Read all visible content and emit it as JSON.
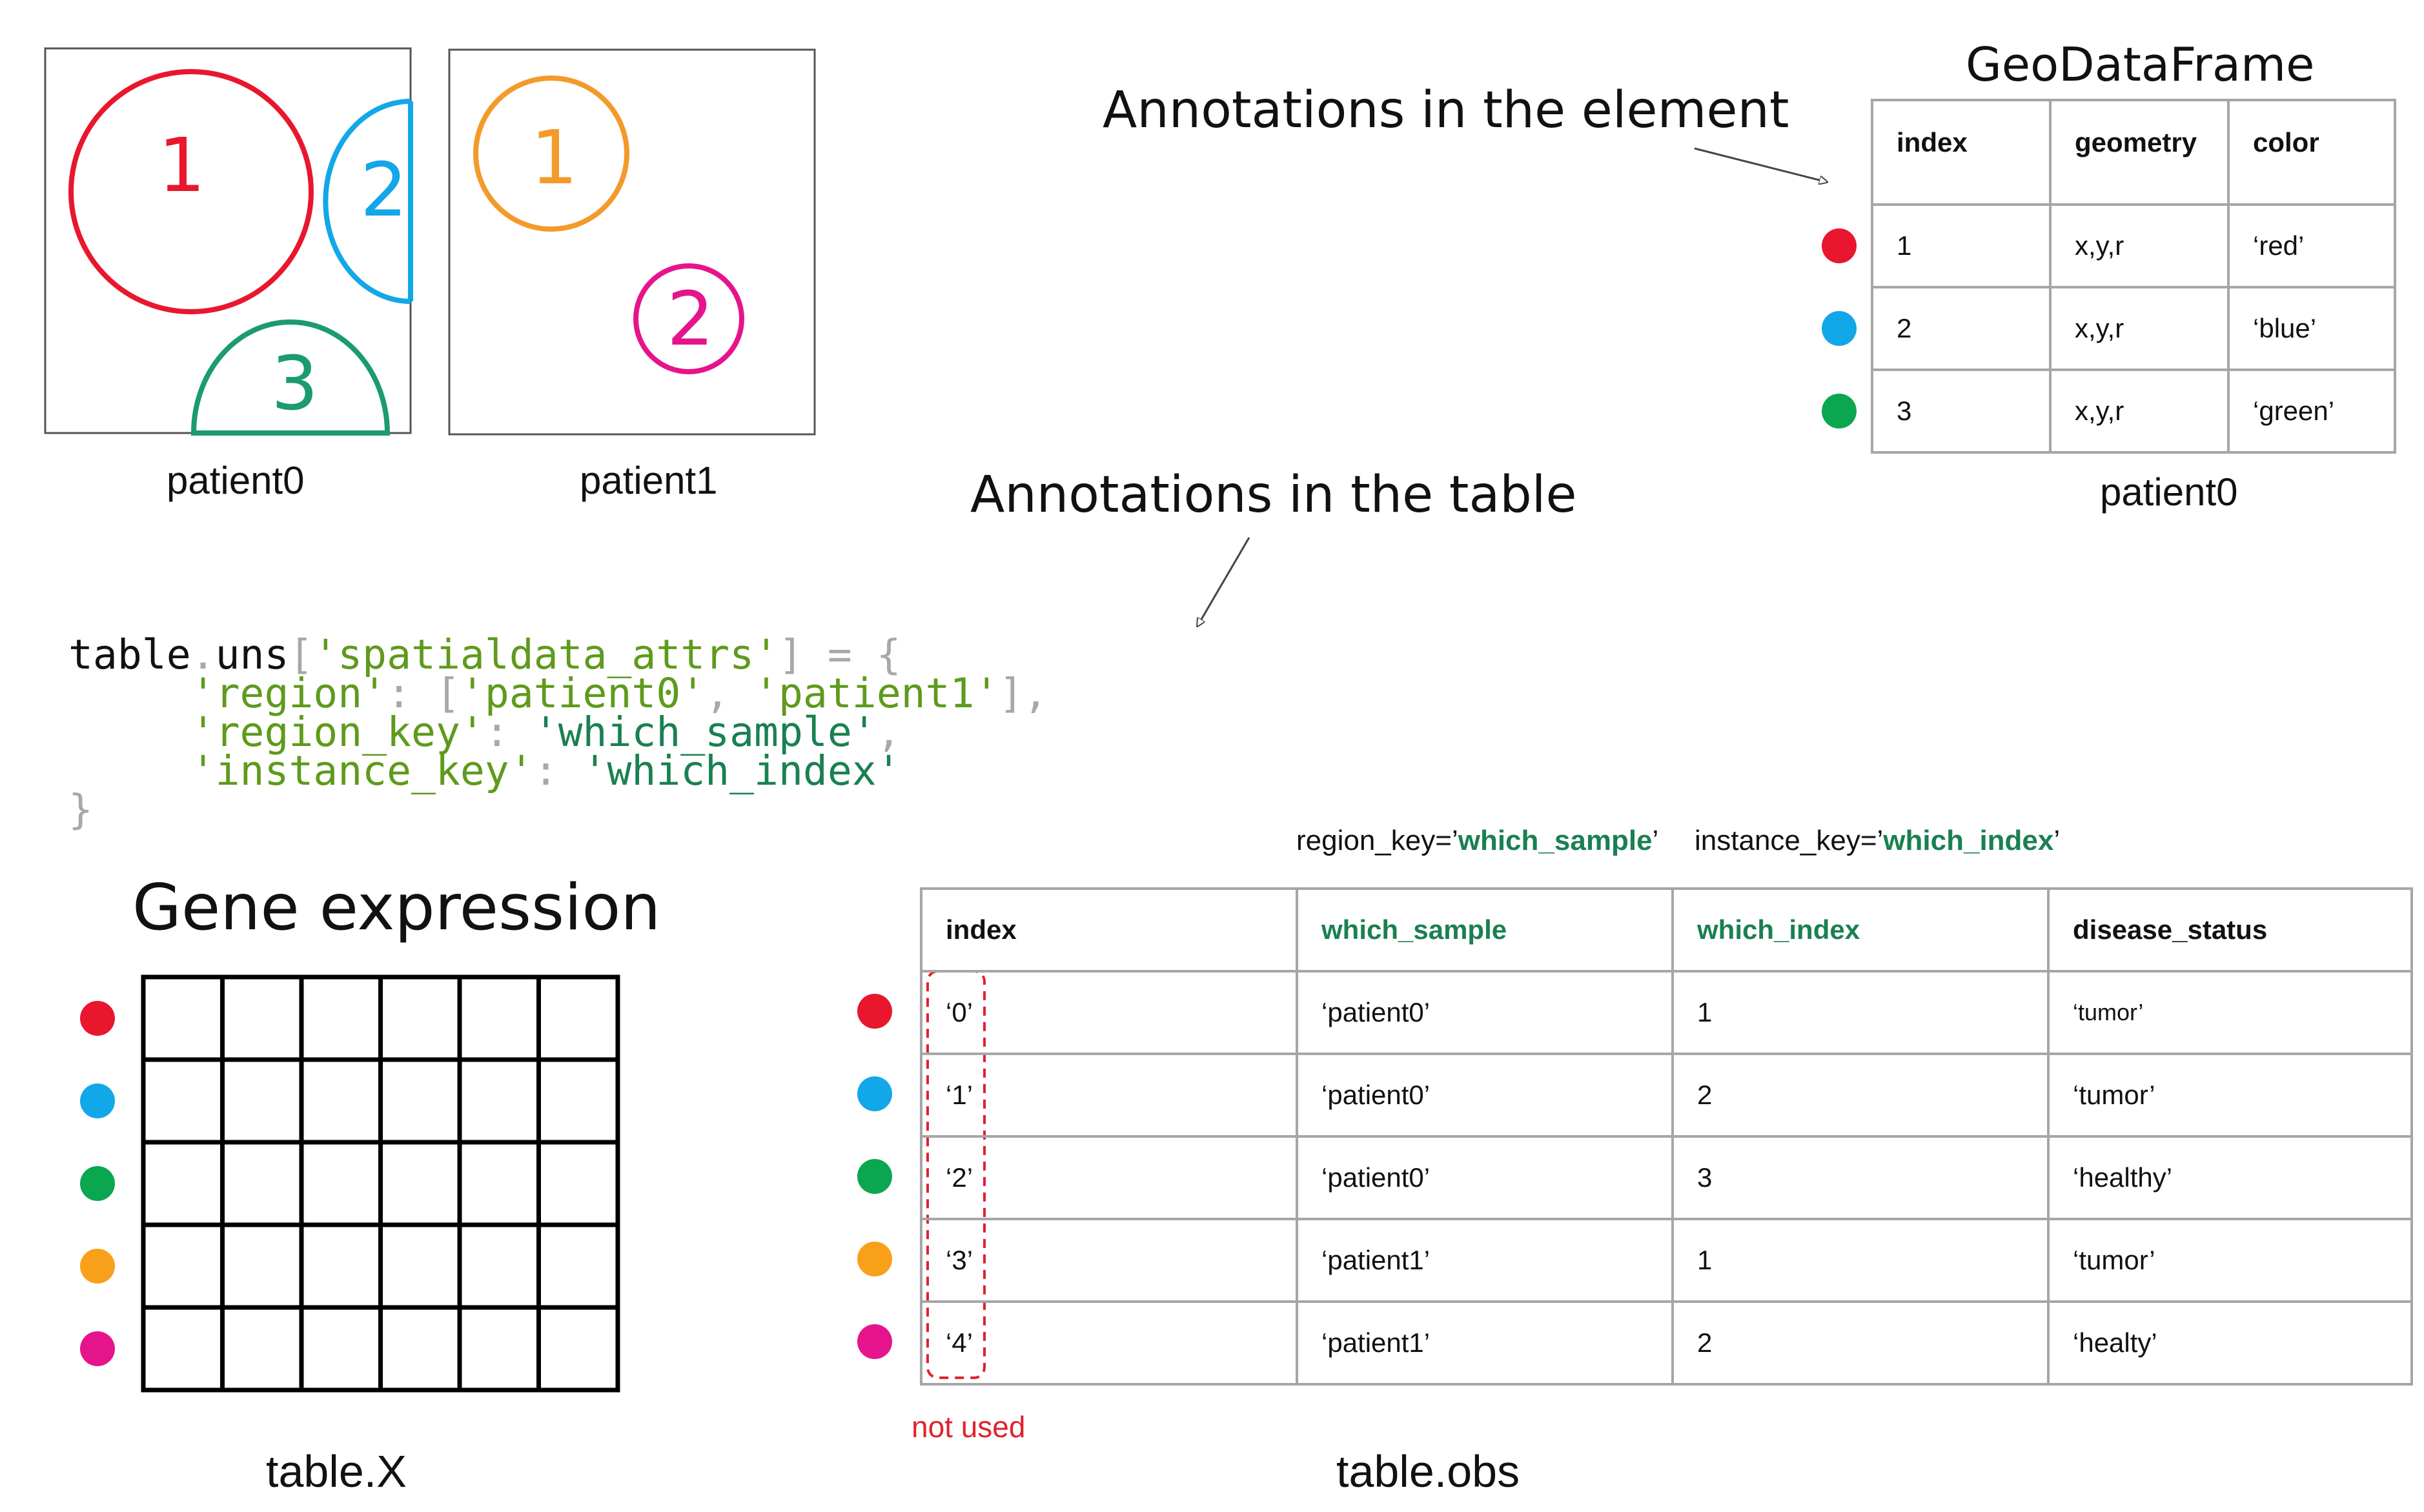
{
  "colors": {
    "red": "#e8172d",
    "blue": "#12a7e8",
    "green": "#0aa650",
    "orange": "#f9a01b",
    "magenta": "#e6148c",
    "teal_green": "#1b9b6e",
    "orange_circle": "#f39a2b",
    "code_green": "#5f9a1c",
    "key_green": "#1a8051",
    "not_used_red": "#e0222d"
  },
  "panels": {
    "patient0_label": "patient0",
    "patient1_label": "patient1",
    "patient0_shapes": [
      "1",
      "2",
      "3"
    ],
    "patient1_shapes": [
      "1",
      "2"
    ]
  },
  "element_annotation": {
    "arrow_text": "Annotations in the element",
    "title": "GeoDataFrame",
    "caption": "patient0",
    "columns": [
      "index",
      "geometry",
      "color"
    ],
    "rows": [
      {
        "index": "1",
        "geometry": "x,y,r",
        "color": "‘red’",
        "dot": "red"
      },
      {
        "index": "2",
        "geometry": "x,y,r",
        "color": "‘blue’",
        "dot": "blue"
      },
      {
        "index": "3",
        "geometry": "x,y,r",
        "color": "‘green’",
        "dot": "green"
      }
    ]
  },
  "table_annotation": {
    "arrow_text": "Annotations in the table"
  },
  "code": {
    "line1": [
      "table",
      ".",
      "uns",
      "[",
      "'spatialdata_attrs'",
      "]",
      " = ",
      "{"
    ],
    "line2": [
      "'region'",
      ": ",
      "[",
      "'patient0'",
      ", ",
      "'patient1'",
      "]",
      ","
    ],
    "line3": [
      "'region_key'",
      ": ",
      "'which_sample'",
      ","
    ],
    "line4": [
      "'instance_key'",
      ": ",
      "'which_index'"
    ],
    "line5": [
      "}"
    ]
  },
  "gene_expression": {
    "title": "Gene expression",
    "caption": "table.X",
    "rows": 5,
    "cols": 6,
    "dots": [
      "red",
      "blue",
      "green",
      "orange",
      "magenta"
    ]
  },
  "obs": {
    "region_key_label": "region_key=’",
    "region_key_value": "which_sample",
    "instance_key_label": "instance_key=’",
    "instance_key_value": "which_index",
    "closing_quote": "’",
    "columns": [
      "index",
      "which_sample",
      "which_index",
      "disease_status"
    ],
    "rows": [
      {
        "index": "‘0’",
        "which_sample": "‘patient0’",
        "which_index": "1",
        "disease_status": "‘tumor’",
        "dot": "red"
      },
      {
        "index": "‘1’",
        "which_sample": "‘patient0’",
        "which_index": "2",
        "disease_status": "‘tumor’",
        "dot": "blue"
      },
      {
        "index": "‘2’",
        "which_sample": "‘patient0’",
        "which_index": "3",
        "disease_status": "‘healthy’",
        "dot": "green"
      },
      {
        "index": "‘3’",
        "which_sample": "‘patient1’",
        "which_index": "1",
        "disease_status": "‘tumor’",
        "dot": "orange"
      },
      {
        "index": "‘4’",
        "which_sample": "‘patient1’",
        "which_index": "2",
        "disease_status": "‘healty’",
        "dot": "magenta"
      }
    ],
    "not_used": "not used",
    "caption": "table.obs"
  }
}
